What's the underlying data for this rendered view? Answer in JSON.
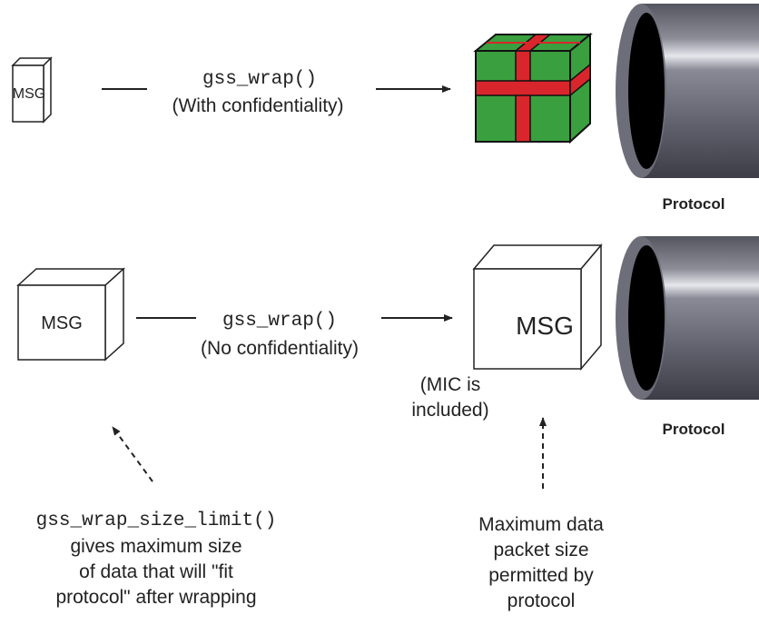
{
  "colors": {
    "gift_green": "#3a9f3f",
    "gift_ribbon": "#d8262c",
    "cylinder_gray": "#6c6c78",
    "text": "#222222"
  },
  "top_row": {
    "source_box_label": "MSG",
    "function_name": "gss_wrap()",
    "function_note": "(With confidentiality)",
    "protocol_label": "Protocol"
  },
  "bottom_row": {
    "source_box_label": "MSG",
    "function_name": "gss_wrap()",
    "function_note": "(No confidentiality)",
    "wrapped_box_label": "MSG",
    "mic_note": [
      "(MIC is",
      "included)"
    ],
    "protocol_label": "Protocol"
  },
  "size_limit_note": {
    "function_name": "gss_wrap_size_limit()",
    "lines": [
      "gives maximum size",
      "of data that will \"fit",
      "protocol\" after wrapping"
    ]
  },
  "max_packet_note": {
    "lines": [
      "Maximum data",
      "packet size",
      "permitted by",
      "protocol"
    ]
  }
}
